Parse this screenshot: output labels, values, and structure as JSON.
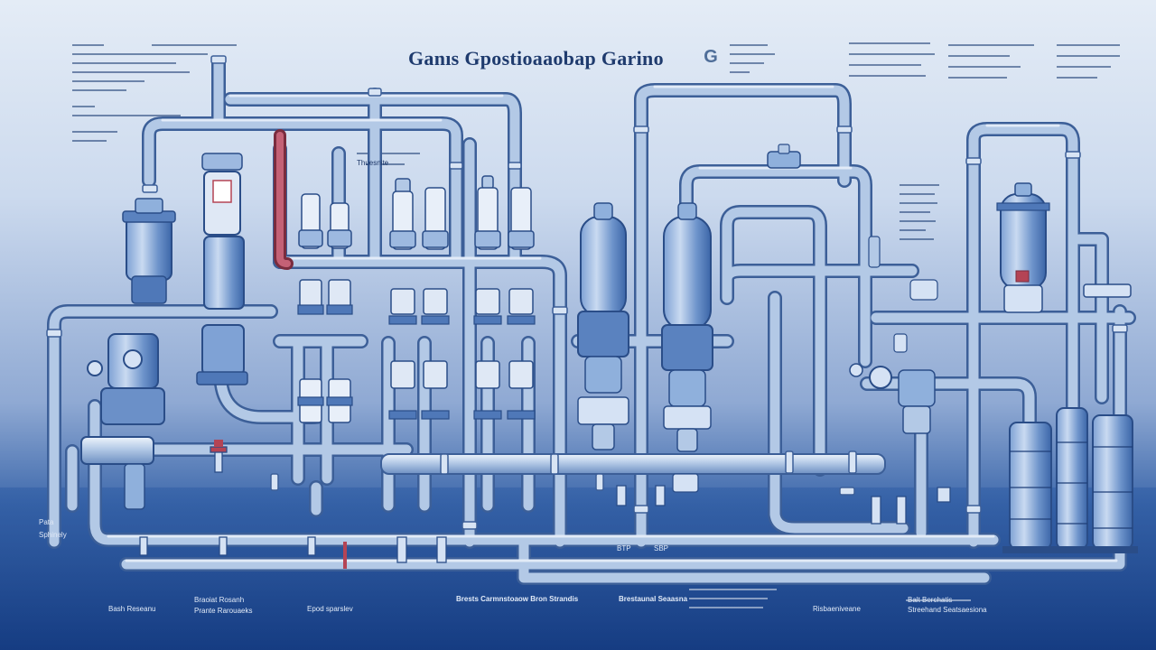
{
  "title": "Ganıs Gpostioaaobap Garino",
  "logo_glyph": "G",
  "notes": {
    "left_side_label_1": "Pata",
    "left_side_label_2": "Sphinely",
    "section_label_center": "Thuesnite"
  },
  "bottom_labels": {
    "b1": "Bash Reseanu",
    "b2": "Braoiat Rosanh",
    "b2_sub": "Prante Rarouaeks",
    "b3": "Epod sparslev",
    "b4": "Brests Carmnstoaow Bron Strandis",
    "b5": "Brestaunal Seaasna",
    "b6": "Risbaeniveane",
    "b7": "Balt Berchatis",
    "b7_sub": "Streehand Seatsaesiona"
  },
  "pipe_labels": {
    "valve_a": "BTP",
    "valve_b": "SBP"
  },
  "colors": {
    "pipe_fill": "#a9c2e3",
    "pipe_stroke": "#3c5f98",
    "accent_red": "#b44455",
    "text_dark": "#1d3768"
  }
}
